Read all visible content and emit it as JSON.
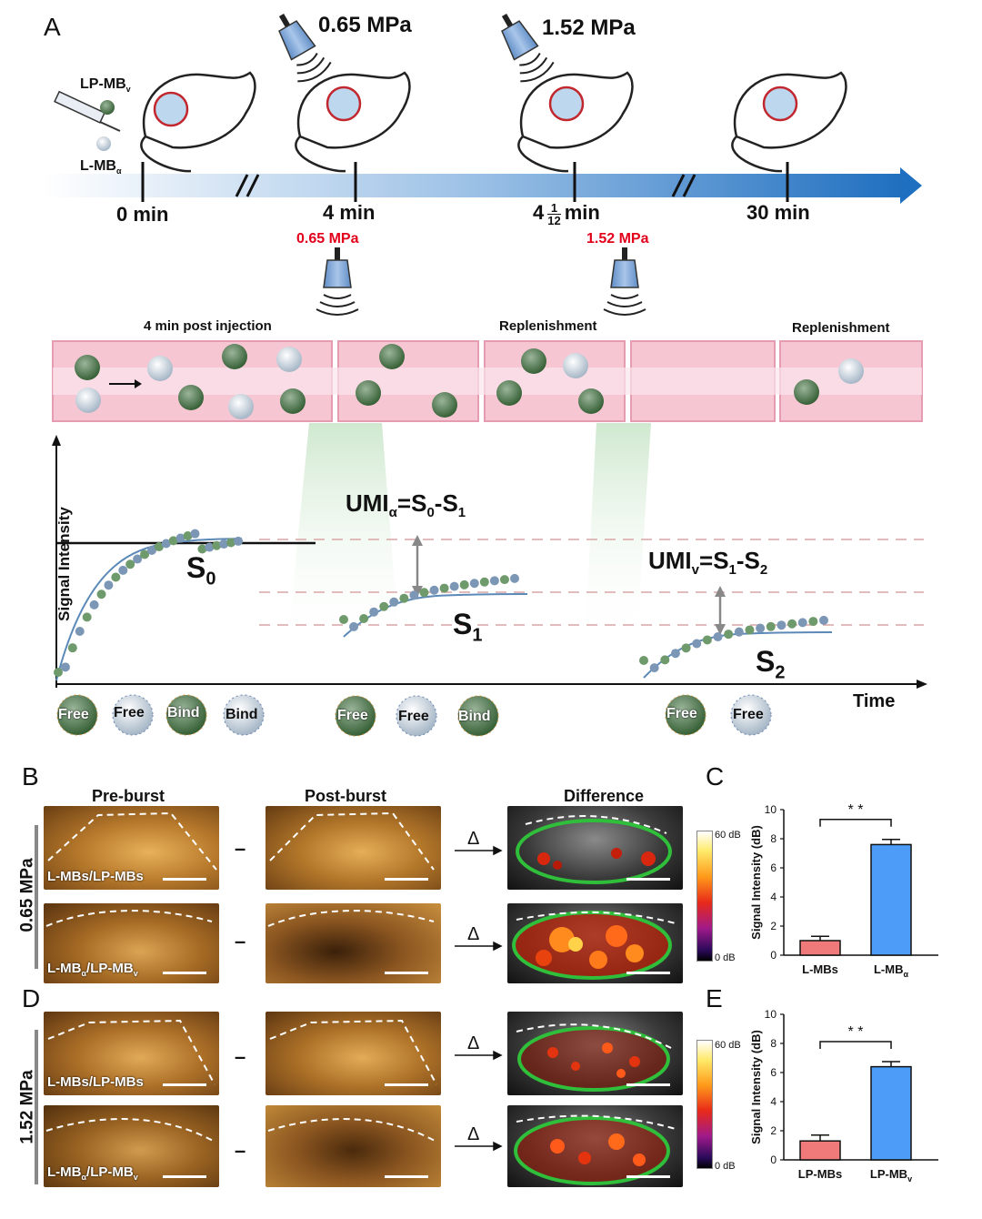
{
  "panel_letters": {
    "a": "A",
    "b": "B",
    "c": "C",
    "d": "D",
    "e": "E"
  },
  "timeline": {
    "labels": [
      "0 min",
      "4 min",
      "4",
      "min",
      "30 min"
    ],
    "fraction": {
      "num": "1",
      "den": "12"
    },
    "pressure_top": [
      "0.65 MPa",
      "1.52 MPa"
    ],
    "pressure_red": [
      "0.65 MPa",
      "1.52 MPa"
    ],
    "injected": {
      "lp_mb": "LP-MB",
      "lp_sub": "v",
      "l_mb": "L-MB",
      "l_sub": "α"
    }
  },
  "vessel_captions": [
    "4 min post injection",
    "Replenishment",
    "Replenishment"
  ],
  "signal_plot": {
    "ylabel": "Signal Intensity",
    "xlabel": "Time",
    "s0": {
      "main": "S",
      "sub": "0"
    },
    "s1": {
      "main": "S",
      "sub": "1"
    },
    "s2": {
      "main": "S",
      "sub": "2"
    },
    "umi_a": {
      "pre": "UMI",
      "sub": "α",
      "mid": "=S",
      "s0": "0",
      "dash": "-S",
      "s1": "1"
    },
    "umi_v": {
      "pre": "UMI",
      "sub": "v",
      "mid": "=S",
      "s0": "1",
      "dash": "-S",
      "s1": "2"
    }
  },
  "bubble_legend": {
    "group1": [
      "Free",
      "Free",
      "Bind",
      "Bind"
    ],
    "group2": [
      "Free",
      "Free",
      "Bind"
    ],
    "group3": [
      "Free",
      "Free"
    ]
  },
  "column_headers": [
    "Pre-burst",
    "Post-burst",
    "Difference"
  ],
  "row_groups": [
    "0.65 MPa",
    "1.52 MPa"
  ],
  "image_labels": {
    "lmbs": "L-MBs/LP-MBs",
    "lmba_main": "L-MB",
    "lmba_sub": "α",
    "lmba_mid": "/LP-MB",
    "lmba_sub2": "v"
  },
  "operators": {
    "minus": "–",
    "delta": "Δ"
  },
  "colorbars": [
    {
      "max": "60 dB",
      "min": "0 dB"
    },
    {
      "max": "60 dB",
      "min": "0 dB"
    }
  ],
  "colors": {
    "bar_red": "#f07a7a",
    "bar_blue": "#4d9cf7",
    "arrow_blue": "#1f6fc0",
    "bubble_green": "#3e6b3e",
    "bubble_gray": "#c7d2dc",
    "vessel_pink": "#f6c6d2",
    "roi_green": "#2fbf3a"
  },
  "chart_data": [
    {
      "type": "bar",
      "panel": "C",
      "categories": [
        "L-MBs",
        "L-MBα"
      ],
      "values": [
        1.0,
        7.6
      ],
      "errors": [
        0.3,
        0.35
      ],
      "ylabel": "Signal Intensity (dB)",
      "ylim": [
        0,
        10
      ],
      "yticks": [
        0,
        2,
        4,
        6,
        8,
        10
      ],
      "significance": "* *"
    },
    {
      "type": "bar",
      "panel": "E",
      "categories": [
        "LP-MBs",
        "LP-MBv"
      ],
      "values": [
        1.3,
        6.4
      ],
      "errors": [
        0.4,
        0.35
      ],
      "ylabel": "Signal Intensity (dB)",
      "ylim": [
        0,
        10
      ],
      "yticks": [
        0,
        2,
        4,
        6,
        8,
        10
      ],
      "significance": "* *"
    }
  ]
}
